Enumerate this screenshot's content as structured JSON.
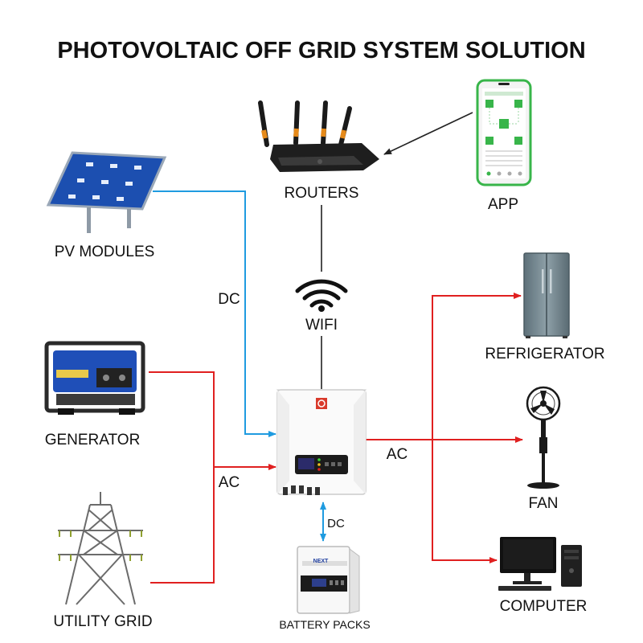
{
  "title": "PHOTOVOLTAIC OFF GRID SYSTEM SOLUTION",
  "components": {
    "routers": "ROUTERS",
    "app": "APP",
    "pv_modules": "PV MODULES",
    "generator": "GENERATOR",
    "utility_grid": "UTILITY GRID",
    "battery_packs": "BATTERY PACKS",
    "refrigerator": "REFRIGERATOR",
    "fan": "FAN",
    "computer": "COMPUTER",
    "wifi": "WIFI"
  },
  "connections": {
    "dc_pv": "DC",
    "ac_input": "AC",
    "ac_output": "AC",
    "dc_battery": "DC"
  },
  "logos": {
    "battery_brand": "NEXT"
  },
  "colors": {
    "dc_line": "#1f9be0",
    "ac_line": "#e02020",
    "data_line": "#222222",
    "solar_panel": "#1c4fb0",
    "generator_body": "#1f4fb8",
    "app_accent": "#38b54a"
  }
}
